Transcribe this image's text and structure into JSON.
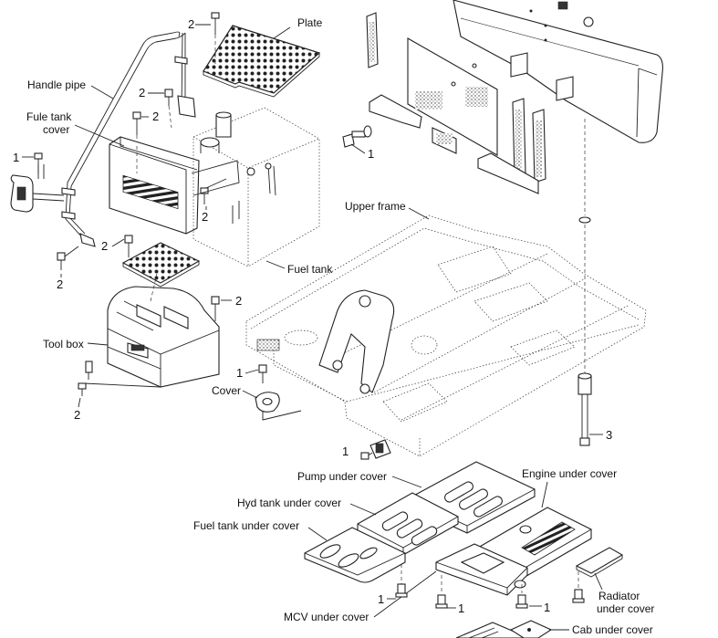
{
  "labels": {
    "plate": "Plate",
    "handle_pipe": "Handle pipe",
    "fuel_tank_cover_line1": "Fule tank",
    "fuel_tank_cover_line2": "cover",
    "fuel_tank": "Fuel tank",
    "tool_box": "Tool box",
    "cover": "Cover",
    "upper_frame": "Upper frame",
    "pump_under_cover": "Pump under cover",
    "engine_under_cover": "Engine under cover",
    "hyd_tank_under_cover": "Hyd tank under cover",
    "fuel_tank_under_cover": "Fuel tank under cover",
    "mcv_under_cover": "MCV under cover",
    "radiator_under_cover_line1": "Radiator",
    "radiator_under_cover_line2": "under cover",
    "cab_under_cover": "Cab under cover"
  },
  "callouts": {
    "c_plate_bolt": "2",
    "c_handle_bolt_a": "2",
    "c_handle_bolt_b": "2",
    "c_mirror": "1",
    "c_handle_bottom": "2",
    "c_tank_bolt": "2",
    "c_toolbox_plate": "2",
    "c_toolbox_right": "2",
    "c_toolbox_bottom": "2",
    "c_cover_bolt": "1",
    "c_rear_bolt": "1",
    "c_frame_bolt": "1",
    "c_long_bolt": "3",
    "c_mcv_bolt_a": "1",
    "c_mcv_bolt_b": "1",
    "c_engine_bolt": "1"
  }
}
